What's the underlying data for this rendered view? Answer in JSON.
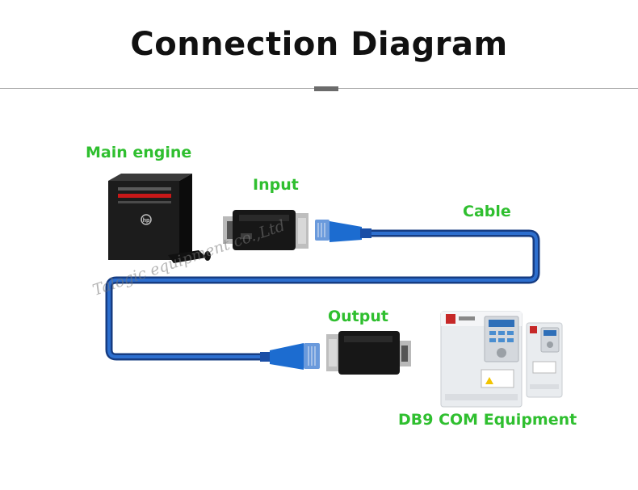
{
  "title": "Connection Diagram",
  "labels": {
    "main_engine": "Main engine",
    "input": "Input",
    "cable": "Cable",
    "output": "Output",
    "equipment": "DB9 COM Equipment"
  },
  "watermark": "Talogic equipment co.,Ltd",
  "colors": {
    "label_green": "#2fbf2f",
    "cable_blue": "#1f4fa8",
    "connector_blue": "#1a6fd0"
  }
}
